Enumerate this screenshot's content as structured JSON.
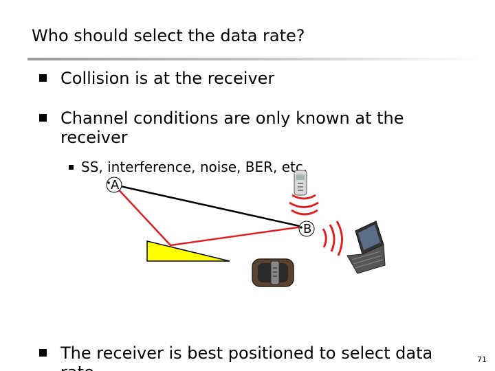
{
  "slide": {
    "title": "Who should select the data rate?",
    "bullets": [
      "Collision is at the receiver",
      "Channel conditions are only known at the receiver",
      "The receiver is best positioned to select data rate"
    ],
    "sub_bullet": "SS, interference, noise, BER, etc.",
    "node_a": "A",
    "node_b": "B",
    "page_number": "71"
  }
}
